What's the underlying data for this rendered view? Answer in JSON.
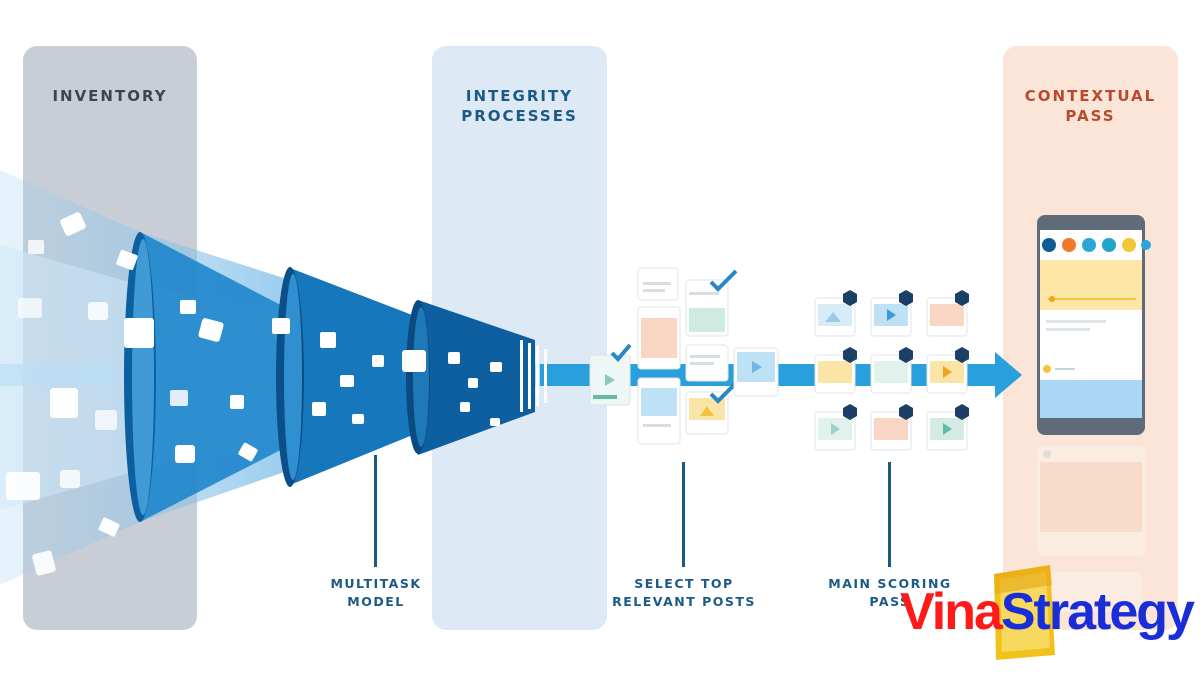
{
  "diagram": {
    "columns": {
      "inventory": "INVENTORY",
      "integrity_line1": "INTEGRITY",
      "integrity_line2": "PROCESSES",
      "contextual_line1": "CONTEXTUAL",
      "contextual_line2": "PASS"
    },
    "stage_labels": {
      "multitask_line1": "MULTITASK",
      "multitask_line2": "MODEL",
      "select_line1": "SELECT TOP",
      "select_line2": "RELEVANT POSTS",
      "scoring_line1": "MAIN SCORING",
      "scoring_line2": "PASS"
    },
    "colors": {
      "inventory_band": "#c9ced6",
      "integrity_band": "#dde9f4",
      "contextual_band": "#fbe5d8",
      "funnel_dark": "#0c5fa0",
      "funnel_mid": "#1e86cc",
      "funnel_light": "#8cc6ec",
      "arrow": "#2a9fdd",
      "contextual_text": "#b94a2c",
      "dark_text": "#3c4550"
    },
    "swatches": {
      "dots": [
        "#0f5c95",
        "#f07a2a",
        "#2ba6d8",
        "#22a3c9",
        "#f3c538",
        "#2ba6d8"
      ],
      "rank_badge": "#1c3f66"
    },
    "watermark": {
      "part1": "Vina",
      "part2": "Strategy"
    }
  }
}
